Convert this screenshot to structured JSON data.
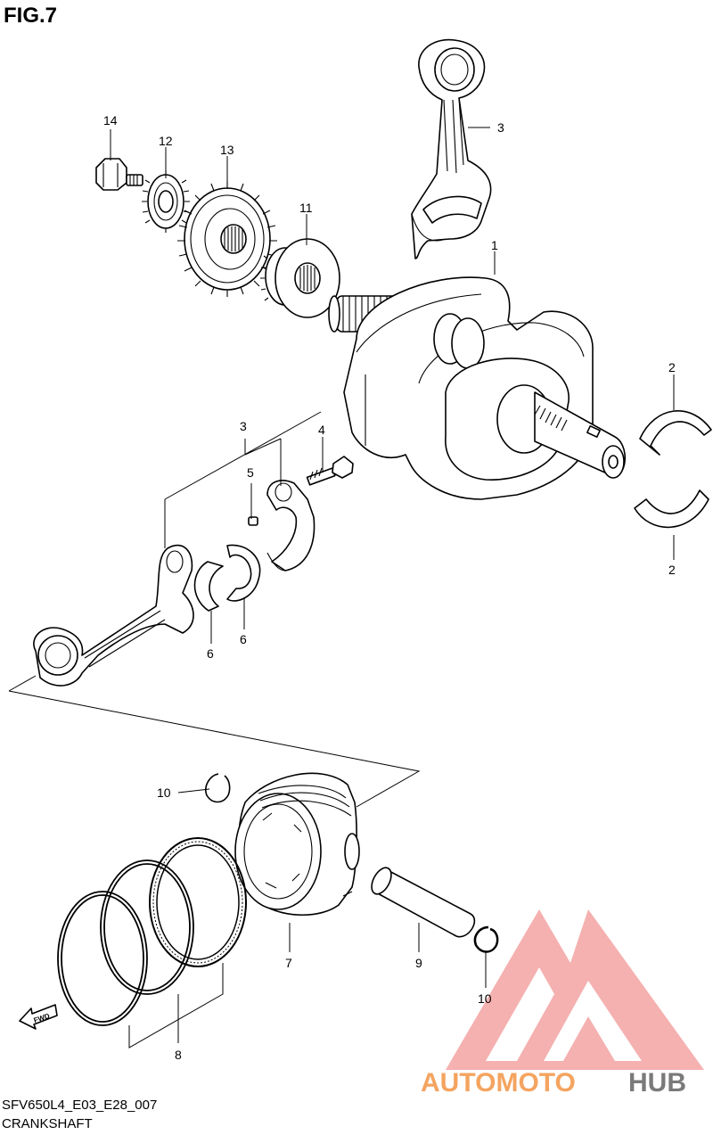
{
  "figure": {
    "title": "FIG.7",
    "code": "SFV650L4_E03_E28_007",
    "name": "CRANKSHAFT"
  },
  "callouts": [
    {
      "id": "c14",
      "label": "14",
      "part": "bolt"
    },
    {
      "id": "c12",
      "label": "12",
      "part": "small-gear"
    },
    {
      "id": "c13",
      "label": "13",
      "part": "large-gear"
    },
    {
      "id": "c11",
      "label": "11",
      "part": "gear-washer"
    },
    {
      "id": "c3a",
      "label": "3",
      "part": "connecting-rod-upper"
    },
    {
      "id": "c1",
      "label": "1",
      "part": "crankshaft"
    },
    {
      "id": "c2a",
      "label": "2",
      "part": "crank-bearing-upper"
    },
    {
      "id": "c2b",
      "label": "2",
      "part": "crank-bearing-lower"
    },
    {
      "id": "c3b",
      "label": "3",
      "part": "connecting-rod-assembly"
    },
    {
      "id": "c5",
      "label": "5",
      "part": "pin"
    },
    {
      "id": "c4",
      "label": "4",
      "part": "rod-bolt"
    },
    {
      "id": "c6a",
      "label": "6",
      "part": "rod-bearing-a"
    },
    {
      "id": "c6b",
      "label": "6",
      "part": "rod-bearing-b"
    },
    {
      "id": "c10a",
      "label": "10",
      "part": "circlip-top"
    },
    {
      "id": "c7",
      "label": "7",
      "part": "piston"
    },
    {
      "id": "c9",
      "label": "9",
      "part": "piston-pin"
    },
    {
      "id": "c10b",
      "label": "10",
      "part": "circlip-bottom"
    },
    {
      "id": "c8",
      "label": "8",
      "part": "piston-ring-set"
    }
  ],
  "fwd_label": "FWD",
  "watermark": {
    "text_a": "AUTOMOTO",
    "text_b": "HUB",
    "color_a": "#f4a460",
    "color_b": "#7a7a7a",
    "logo_color": "#f08080"
  }
}
